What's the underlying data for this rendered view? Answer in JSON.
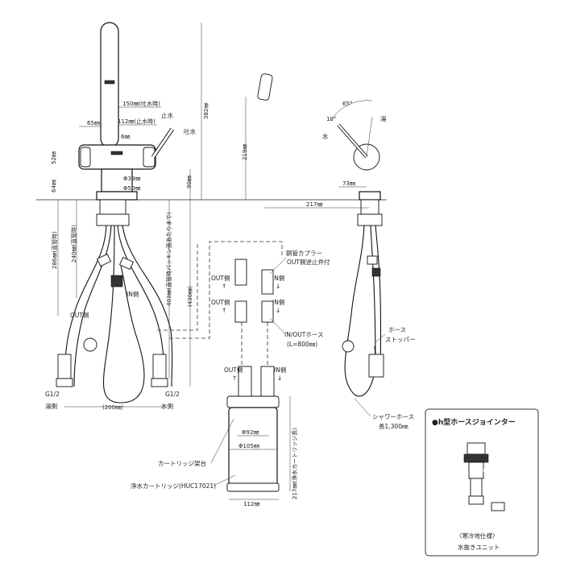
{
  "dimensions": {
    "spout_150": "150㎜(吐水時)",
    "spout_112": "112㎜(止水時)",
    "d65": "65㎜",
    "d6": "6㎜",
    "d52": "52㎜",
    "d64": "64㎜",
    "d38": "Φ38㎜",
    "d50": "Φ50㎜",
    "d90": "90㎜",
    "d382": "382㎜",
    "d286": "286㎜(直管時)",
    "d240": "240㎜(直管時)",
    "d403": "403㎜(直管時パッキン面あたりまで)",
    "d430": "(430㎜)",
    "d200": "(200㎜)",
    "d219": "219㎜",
    "d73": "73㎜",
    "d217": "217㎜",
    "d92": "Φ92㎜",
    "d105": "Φ105㎜",
    "d112w": "112㎜",
    "d217c": "217㎜(浄水カートリッジ長)",
    "angle65": "65°",
    "angle10": "10°"
  },
  "labels": {
    "stop_water": "止水",
    "discharge": "吐水",
    "cold": "水",
    "hot": "湯",
    "coupler_1": "銅管カプラー",
    "coupler_2": "OUT側逆止弁付",
    "out_side": "OUT側",
    "in_side": "IN側",
    "out_arrow": "↑",
    "in_arrow": "↓",
    "inout_hose": "IN/OUTホース",
    "inout_length": "(L=800㎜)",
    "hose_stopper_1": "ホース",
    "hose_stopper_2": "ストッパー",
    "shower_hose_1": "シャワーホース",
    "shower_hose_2": "長1,300㎜",
    "g12_left": "G1/2",
    "g12_right": "G1/2",
    "hot_side": "湯側",
    "water_side": "水側",
    "cartridge_base": "カートリッジ架台",
    "cartridge": "浄水カートリッジ(HUC17021)"
  },
  "inset": {
    "title": "●h型ホースジョインター",
    "caption_1": "〈寒冷地仕様〉",
    "caption_2": "水抜きユニット"
  }
}
